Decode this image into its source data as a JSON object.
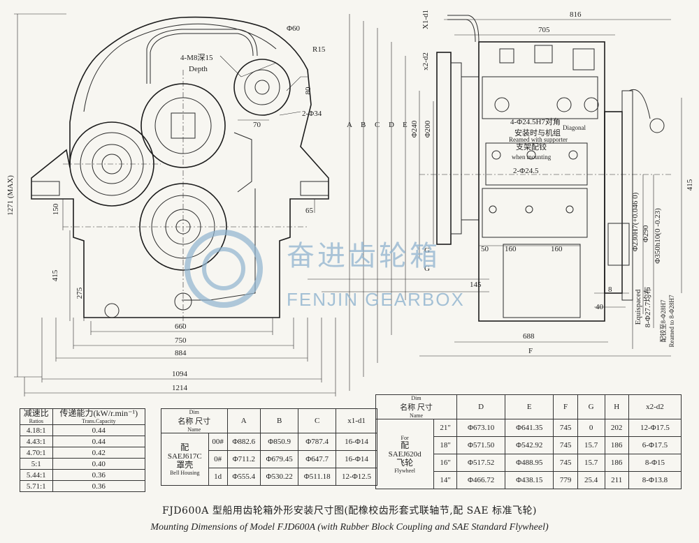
{
  "drawing": {
    "left_view": {
      "overall_height": "1271 (MAX)",
      "top_labels": [
        "Φ60",
        "R15",
        "4-M8深15",
        "Depth",
        "80",
        "2-Φ34",
        "70"
      ],
      "side_labels": [
        "150",
        "415",
        "275",
        "65"
      ],
      "bottom_dims": [
        "660",
        "750",
        "884",
        "1094",
        "1214"
      ]
    },
    "right_view": {
      "top_dims": [
        "816",
        "705"
      ],
      "vertical_letters": [
        "A",
        "B",
        "C",
        "D",
        "E"
      ],
      "inner_diameters": [
        "Φ240",
        "Φ200"
      ],
      "side_texts": [
        "X1-d1",
        "x2-d2"
      ],
      "hole_notes": {
        "line1": "4-Φ24.5H7对角",
        "line1_sub": "Diagonal",
        "line2": "安装时与机组",
        "line2_sub": "Reamed with supporter",
        "line3": "支架配铰",
        "line3_sub": "when mounting",
        "line4": "2-Φ24.5"
      },
      "horizontal_dims": [
        "160",
        "160",
        "50",
        "145",
        "688",
        "F"
      ],
      "right_dims": [
        "415",
        "8",
        "40"
      ],
      "diam_labels": [
        "Φ230H7(+0.046 0)",
        "Φ290",
        "Φ350h10(0 -0.23)"
      ],
      "letters_left": [
        "G",
        "G"
      ],
      "equispaced_1": "Equispaced",
      "equispaced_2": "8-Φ27.7均布",
      "reamed_1": "配铰至8-Φ28H7",
      "reamed_2": "Reamed to 8-Φ28H7"
    },
    "watermark": {
      "cn": "奋进齿轮箱",
      "en": "FENJIN GEARBOX"
    }
  },
  "ratio_table": {
    "headers": [
      {
        "cn": "减速比",
        "en": "Ratios"
      },
      {
        "cn": "传递能力(kW/r.min⁻¹)",
        "en": "Trans.Capacity"
      }
    ],
    "rows": [
      [
        "4.18:1",
        "0.44"
      ],
      [
        "4.43:1",
        "0.44"
      ],
      [
        "4.70:1",
        "0.42"
      ],
      [
        "5:1",
        "0.40"
      ],
      [
        "5.44:1",
        "0.36"
      ],
      [
        "5.71:1",
        "0.36"
      ]
    ]
  },
  "housing_table": {
    "corner_top": "尺寸",
    "corner_top_en": "Dim",
    "corner_bottom": "名称",
    "corner_bottom_en": "Name",
    "columns": [
      "A",
      "B",
      "C",
      "x1-d1"
    ],
    "group_label": {
      "line1": "配",
      "line2": "SAEJ617C",
      "line3": "罩壳",
      "line4": "Bell Housing"
    },
    "rows": [
      [
        "00#",
        "Φ882.6",
        "Φ850.9",
        "Φ787.4",
        "16-Φ14"
      ],
      [
        "0#",
        "Φ711.2",
        "Φ679.45",
        "Φ647.7",
        "16-Φ14"
      ],
      [
        "1d",
        "Φ555.4",
        "Φ530.22",
        "Φ511.18",
        "12-Φ12.5"
      ]
    ]
  },
  "flywheel_table": {
    "corner_top": "尺寸",
    "corner_top_en": "Dim",
    "corner_bottom": "名称",
    "corner_bottom_en": "Name",
    "columns": [
      "D",
      "E",
      "F",
      "G",
      "H",
      "x2-d2"
    ],
    "group_label": {
      "line1": "For",
      "line2": "配",
      "line3": "SAEJ620d",
      "line4": "飞轮",
      "line5": "Flywheel"
    },
    "rows": [
      [
        "21\"",
        "Φ673.10",
        "Φ641.35",
        "745",
        "0",
        "202",
        "12-Φ17.5"
      ],
      [
        "18\"",
        "Φ571.50",
        "Φ542.92",
        "745",
        "15.7",
        "186",
        "6-Φ17.5"
      ],
      [
        "16\"",
        "Φ517.52",
        "Φ488.95",
        "745",
        "15.7",
        "186",
        "8-Φ15"
      ],
      [
        "14\"",
        "Φ466.72",
        "Φ438.15",
        "779",
        "25.4",
        "211",
        "8-Φ13.8"
      ]
    ]
  },
  "caption": {
    "cn": "FJD600A 型船用齿轮箱外形安装尺寸图(配橡校齿形套式联轴节,配 SAE 标准飞轮)",
    "en": "Mounting Dimensions of Model  FJD600A (with Rubber Block Coupling and SAE Standard Flywheel)"
  }
}
